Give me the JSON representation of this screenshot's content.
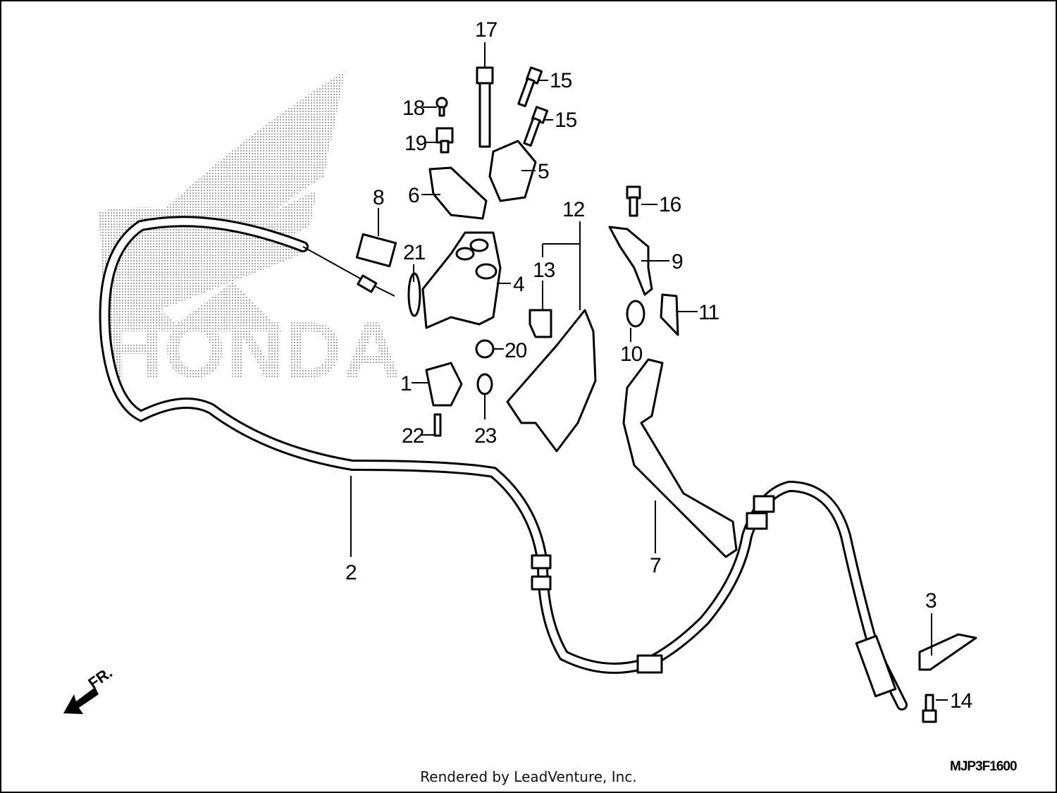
{
  "watermark": {
    "brand": "HONDA"
  },
  "diagram_code": "MJP3F1600",
  "front_marker": "FR.",
  "credit": "Rendered by LeadVenture, Inc.",
  "callouts": {
    "c1": "1",
    "c2": "2",
    "c3": "3",
    "c4": "4",
    "c5": "5",
    "c6": "6",
    "c7": "7",
    "c8": "8",
    "c9": "9",
    "c10": "10",
    "c11": "11",
    "c12": "12",
    "c13": "13",
    "c14": "14",
    "c15a": "15",
    "c15b": "15",
    "c16": "16",
    "c17": "17",
    "c18": "18",
    "c19": "19",
    "c20": "20",
    "c21": "21",
    "c22": "22",
    "c23": "23"
  }
}
